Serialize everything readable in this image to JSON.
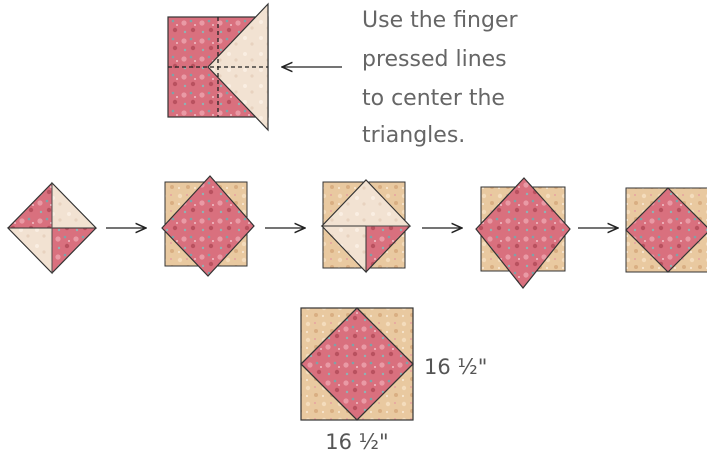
{
  "caption": {
    "lines": [
      "Use the finger",
      "pressed lines",
      "to center the",
      "triangles."
    ]
  },
  "step_arrows": [
    "right-arrow",
    "right-arrow",
    "right-arrow",
    "right-arrow"
  ],
  "pointer_arrow": "left-arrow",
  "dimensions": {
    "height_label": "16 ½\"",
    "width_label": "16 ½\""
  },
  "colors": {
    "pink_fabric": "#d9707e",
    "pink_fabric_dark": "#c85a6c",
    "cream_triangle": "#f2e2d2",
    "tan_background": "#e9c9a0",
    "outline": "#333333"
  }
}
